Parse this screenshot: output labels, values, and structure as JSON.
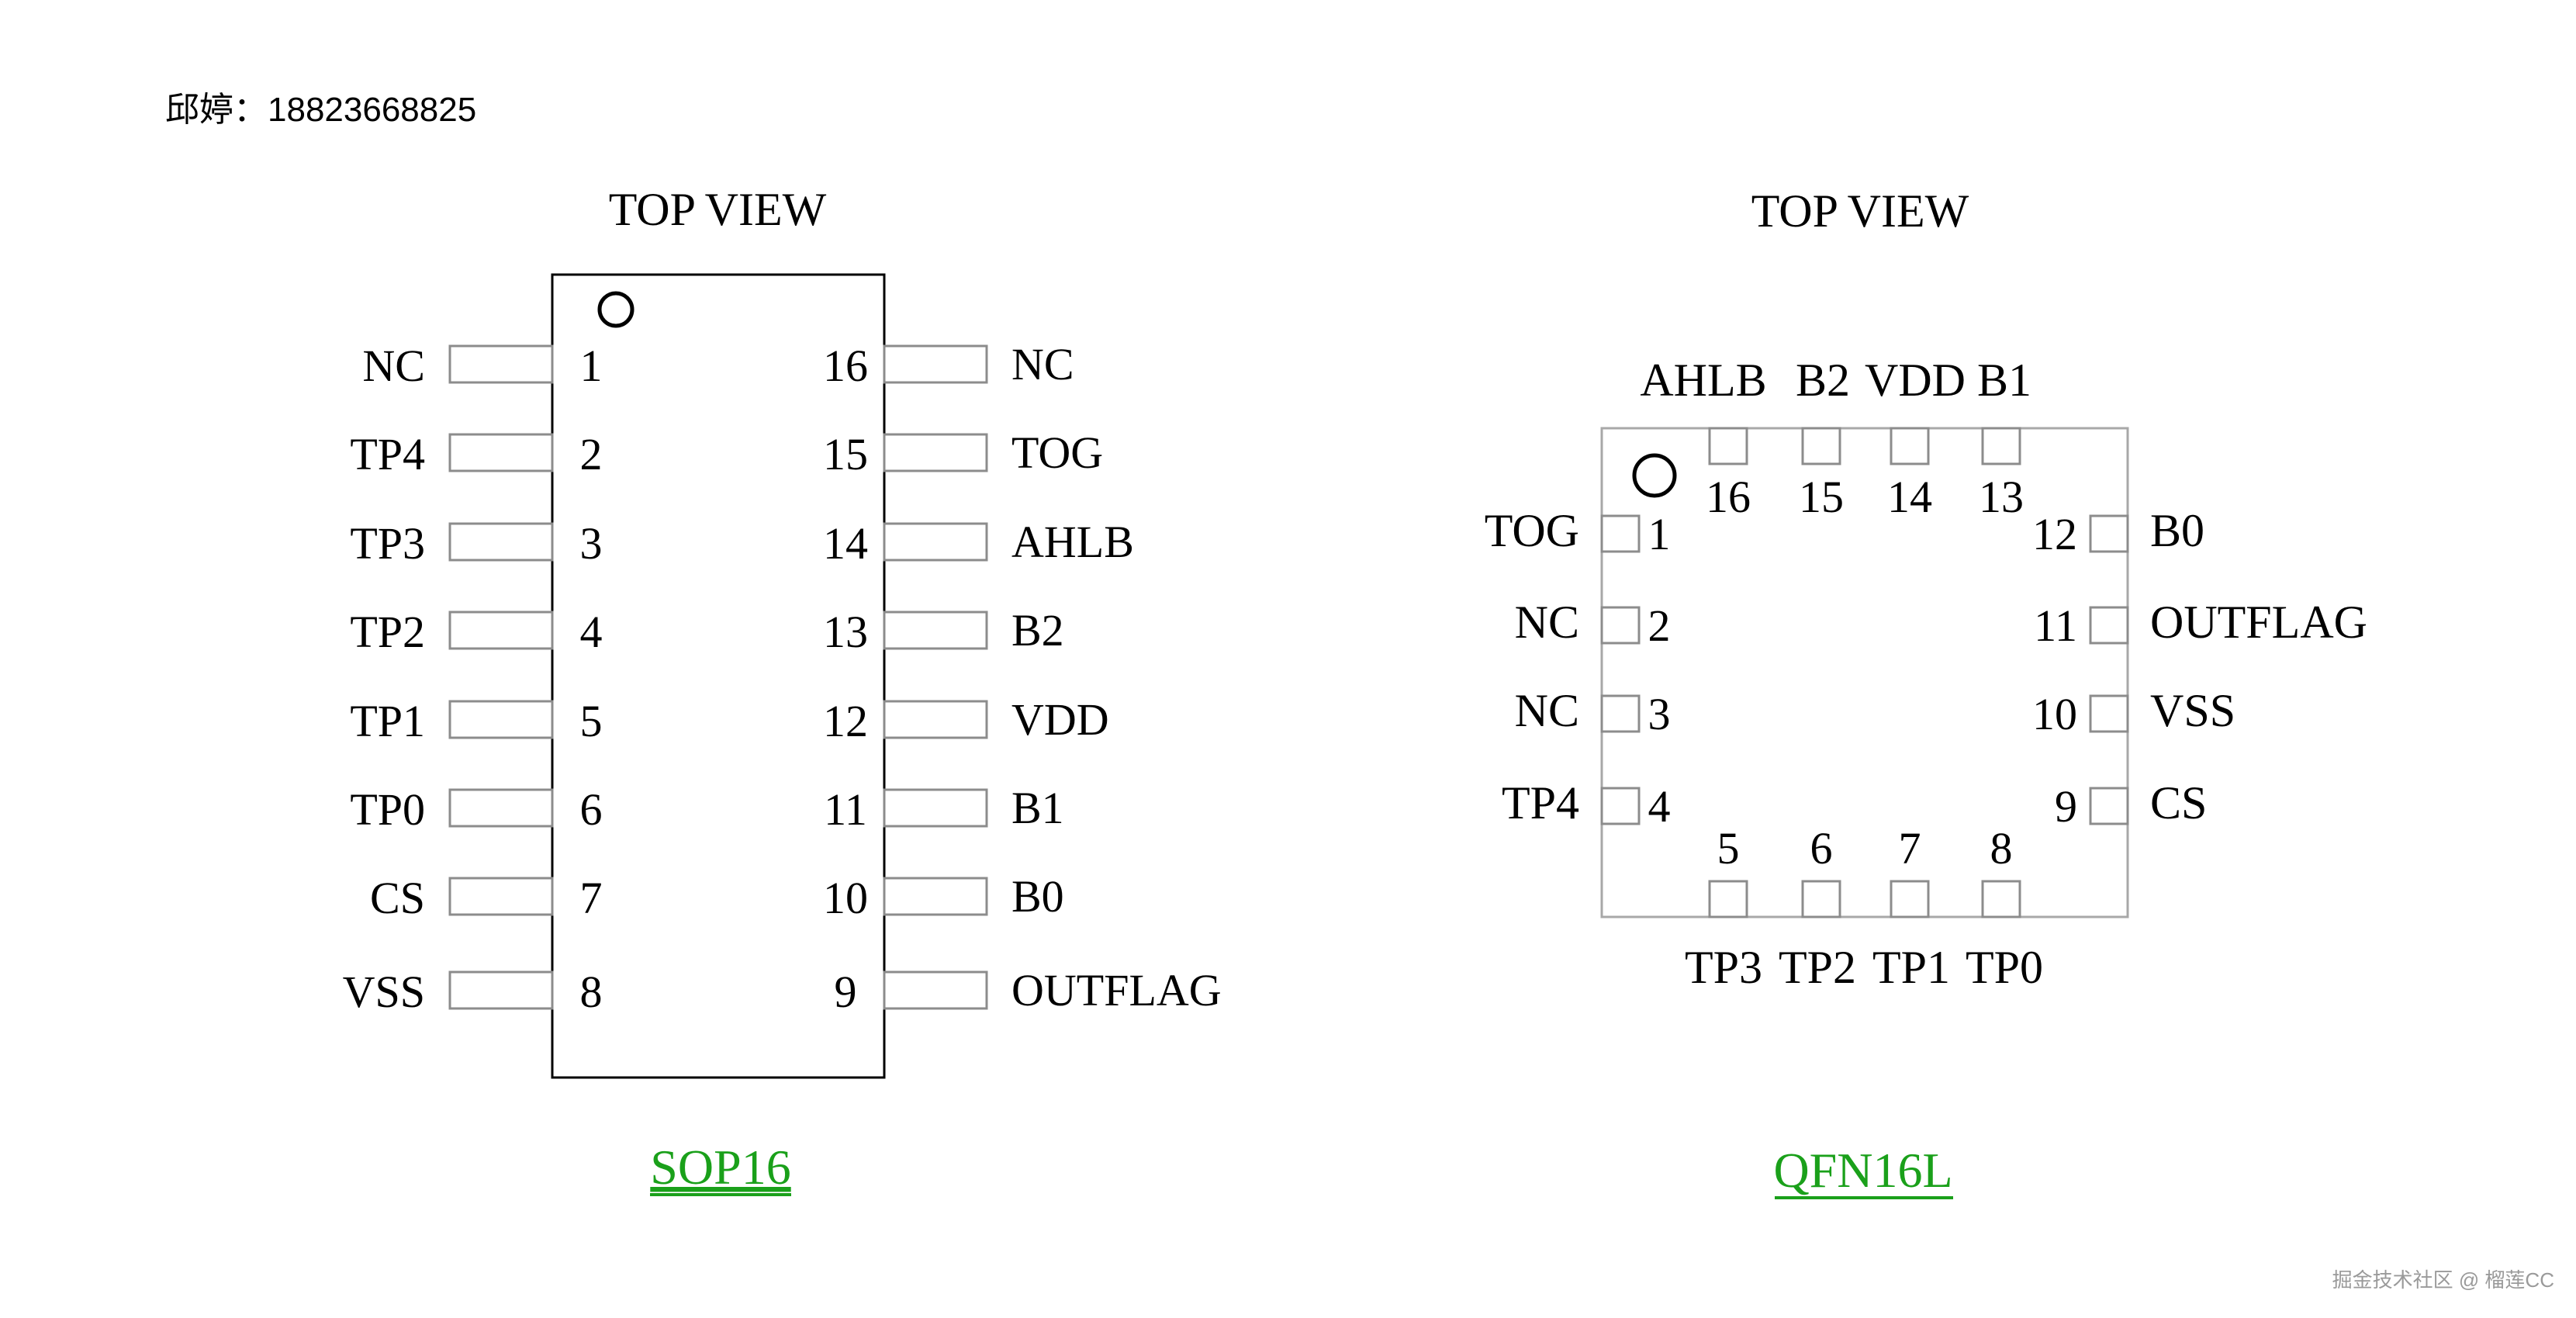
{
  "contact": "邱婷：18823668825",
  "watermark": "掘金技术社区 @ 榴莲CC",
  "colors": {
    "line": "#000000",
    "pkg_label": "#1aa01a",
    "watermark": "#9a9a9a"
  },
  "sop16": {
    "view_title": "TOP VIEW",
    "package_name": "SOP16",
    "left_pins": [
      {
        "num": "1",
        "name": "NC"
      },
      {
        "num": "2",
        "name": "TP4"
      },
      {
        "num": "3",
        "name": "TP3"
      },
      {
        "num": "4",
        "name": "TP2"
      },
      {
        "num": "5",
        "name": "TP1"
      },
      {
        "num": "6",
        "name": "TP0"
      },
      {
        "num": "7",
        "name": "CS"
      },
      {
        "num": "8",
        "name": "VSS"
      }
    ],
    "right_pins": [
      {
        "num": "16",
        "name": "NC"
      },
      {
        "num": "15",
        "name": "TOG"
      },
      {
        "num": "14",
        "name": "AHLB"
      },
      {
        "num": "13",
        "name": "B2"
      },
      {
        "num": "12",
        "name": "VDD"
      },
      {
        "num": "11",
        "name": "B1"
      },
      {
        "num": "10",
        "name": "B0"
      },
      {
        "num": "9",
        "name": "OUTFLAG"
      }
    ]
  },
  "qfn16l": {
    "view_title": "TOP VIEW",
    "package_name": "QFN16L",
    "top_pins": [
      {
        "num": "16",
        "name": "AHLB"
      },
      {
        "num": "15",
        "name": "B2"
      },
      {
        "num": "14",
        "name": "VDD"
      },
      {
        "num": "13",
        "name": "B1"
      }
    ],
    "left_pins": [
      {
        "num": "1",
        "name": "TOG"
      },
      {
        "num": "2",
        "name": "NC"
      },
      {
        "num": "3",
        "name": "NC"
      },
      {
        "num": "4",
        "name": "TP4"
      }
    ],
    "right_pins": [
      {
        "num": "12",
        "name": "B0"
      },
      {
        "num": "11",
        "name": "OUTFLAG"
      },
      {
        "num": "10",
        "name": "VSS"
      },
      {
        "num": "9",
        "name": "CS"
      }
    ],
    "bottom_pins": [
      {
        "num": "5",
        "name": "TP3"
      },
      {
        "num": "6",
        "name": "TP2"
      },
      {
        "num": "7",
        "name": "TP1"
      },
      {
        "num": "8",
        "name": "TP0"
      }
    ]
  }
}
